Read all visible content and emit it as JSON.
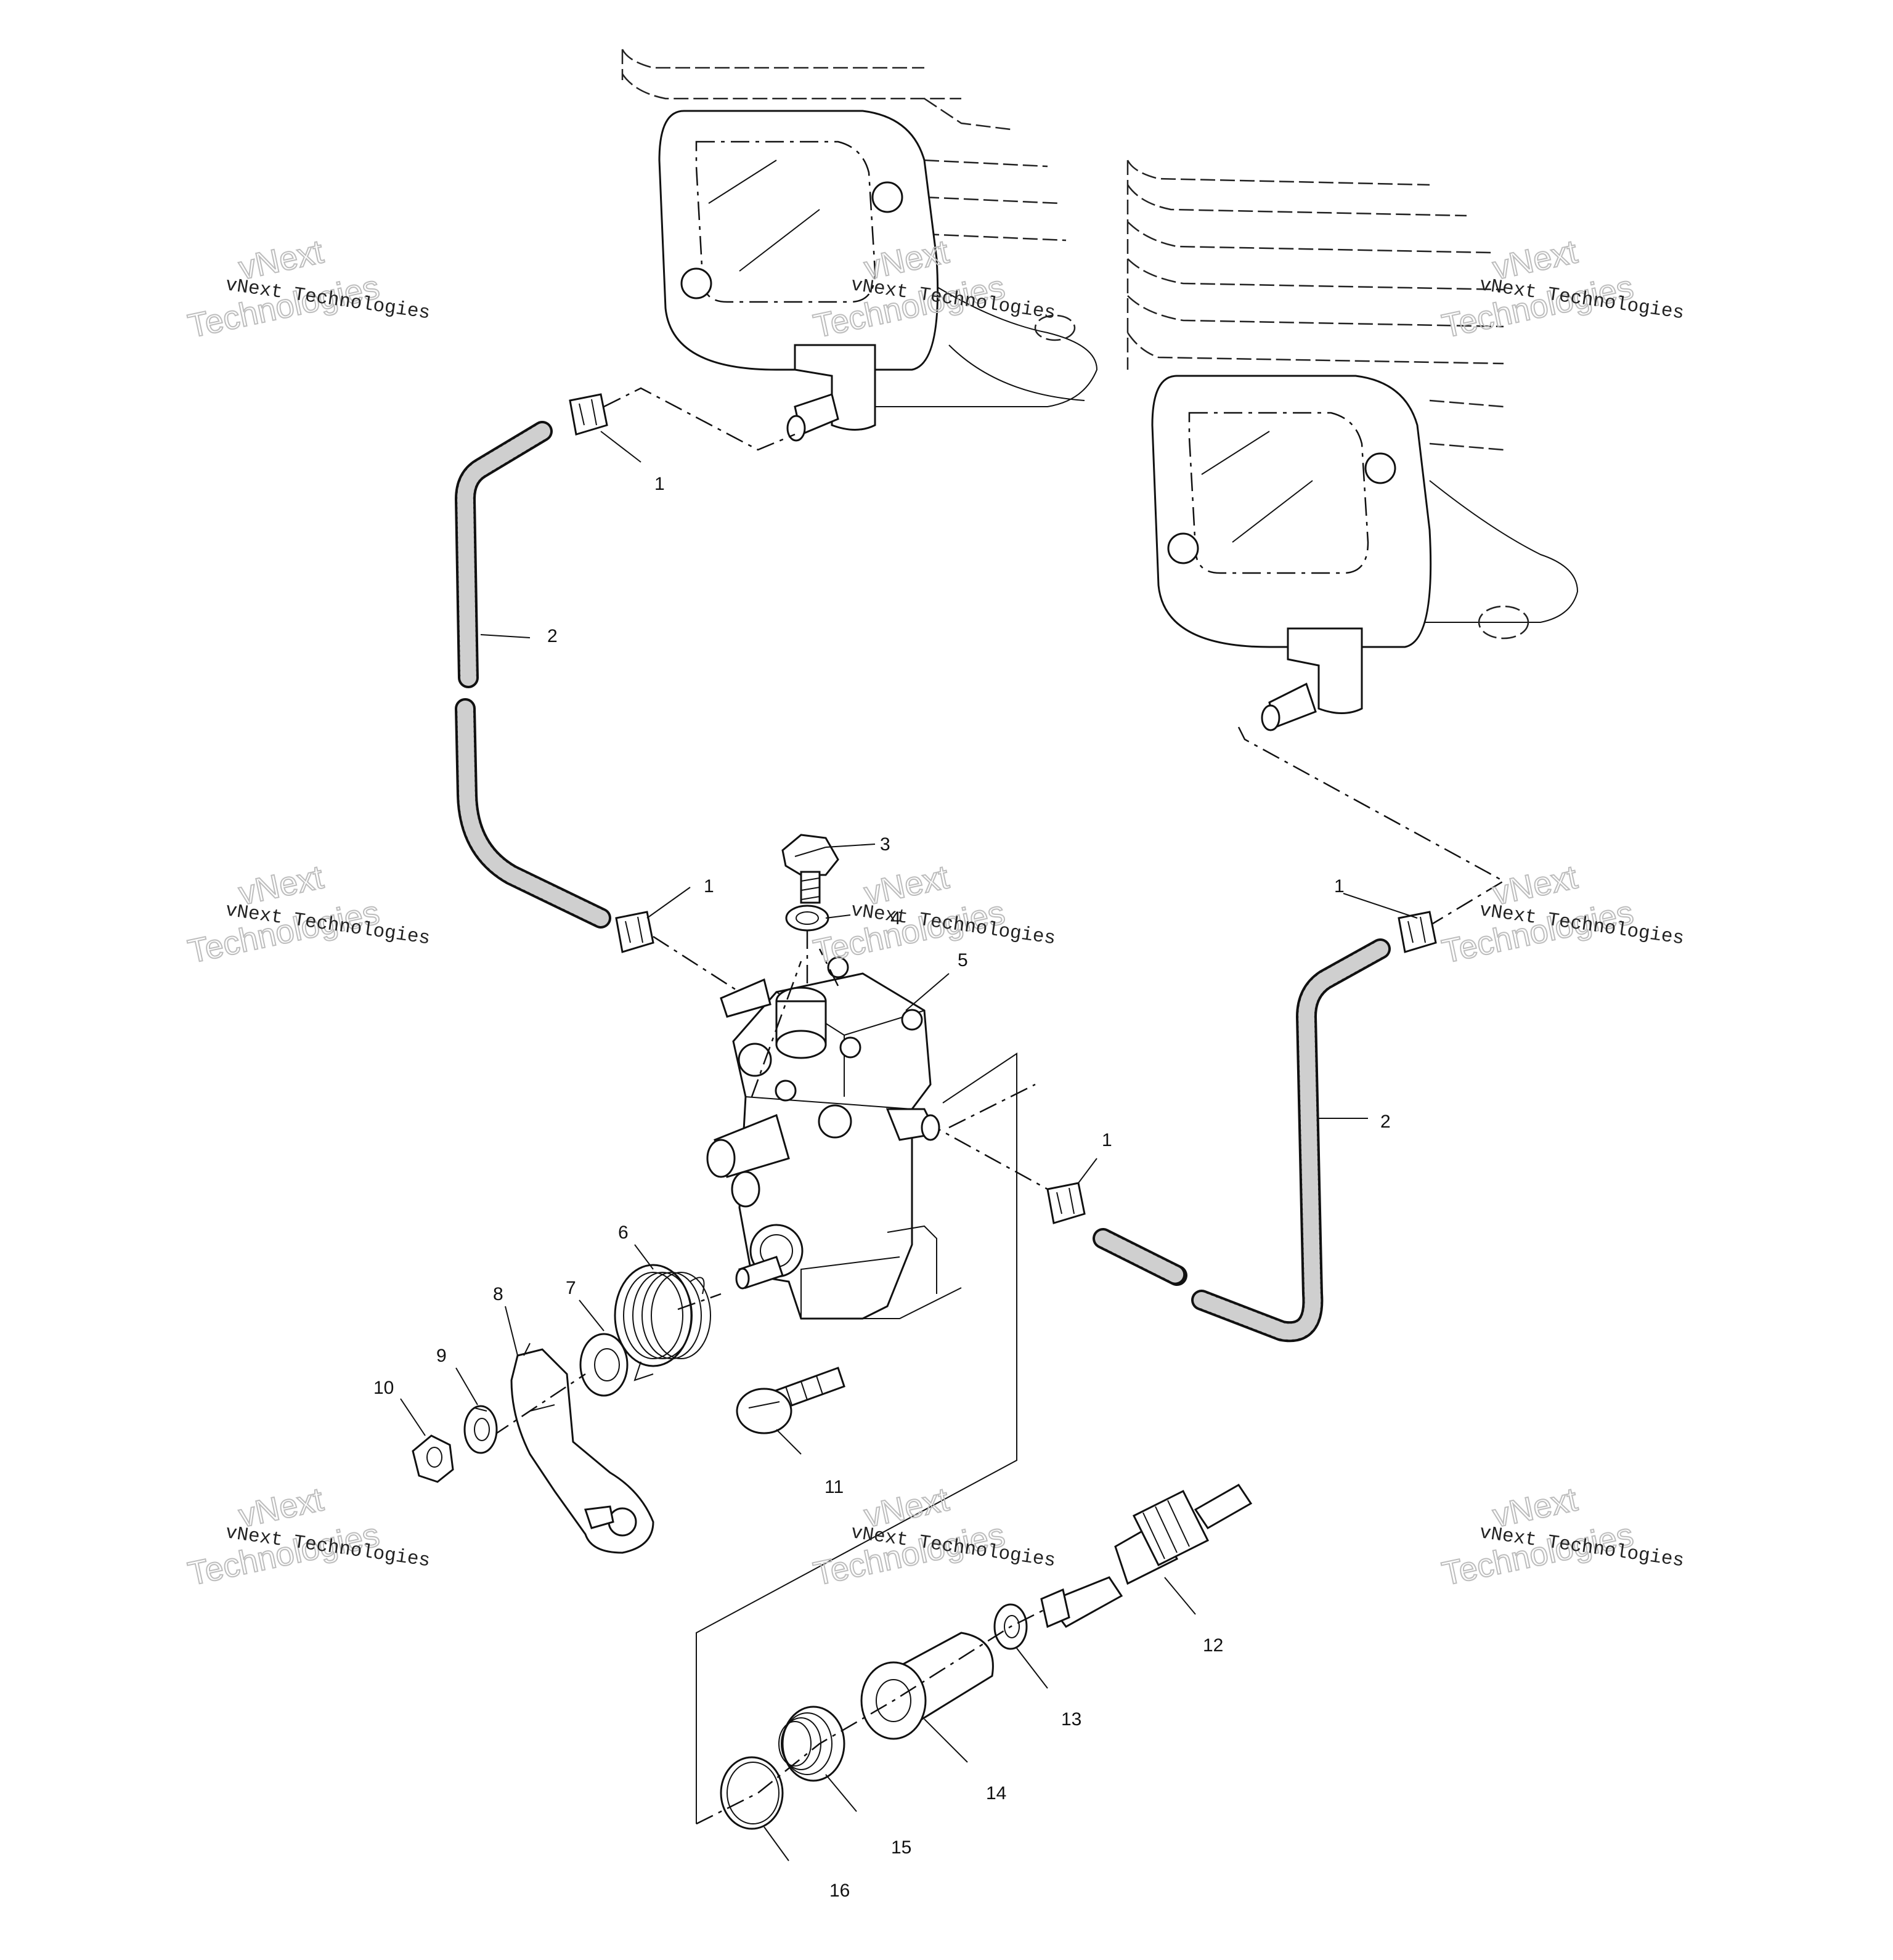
{
  "diagram": {
    "callouts": [
      {
        "id": "c1a",
        "label": "1"
      },
      {
        "id": "c2a",
        "label": "2"
      },
      {
        "id": "c3",
        "label": "3"
      },
      {
        "id": "c1b",
        "label": "1"
      },
      {
        "id": "c4",
        "label": "4"
      },
      {
        "id": "c5",
        "label": "5"
      },
      {
        "id": "c1c",
        "label": "1"
      },
      {
        "id": "c2b",
        "label": "2"
      },
      {
        "id": "c1d",
        "label": "1"
      },
      {
        "id": "c6",
        "label": "6"
      },
      {
        "id": "c7",
        "label": "7"
      },
      {
        "id": "c8",
        "label": "8"
      },
      {
        "id": "c9",
        "label": "9"
      },
      {
        "id": "c10",
        "label": "10"
      },
      {
        "id": "c11",
        "label": "11"
      },
      {
        "id": "c12",
        "label": "12"
      },
      {
        "id": "c13",
        "label": "13"
      },
      {
        "id": "c14",
        "label": "14"
      },
      {
        "id": "c15",
        "label": "15"
      },
      {
        "id": "c16",
        "label": "16"
      }
    ],
    "watermark": {
      "line1": "vNext Technologies",
      "line2": "vNext",
      "line3": "Technologies"
    }
  }
}
